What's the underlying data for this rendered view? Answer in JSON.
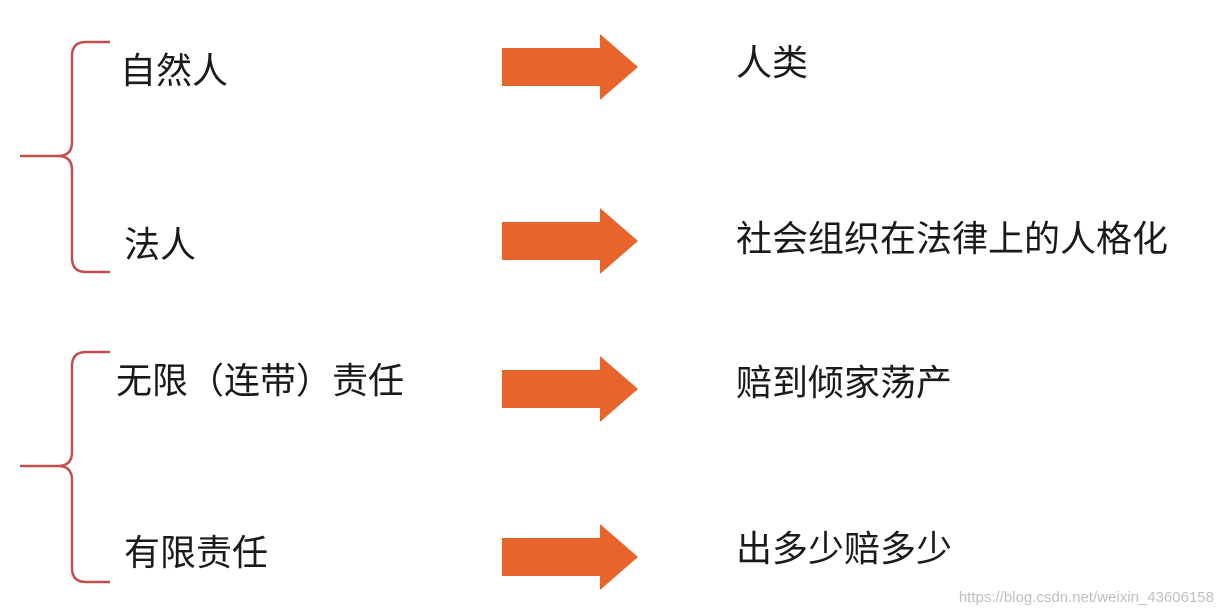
{
  "colors": {
    "brace": "#c0504d",
    "arrow": "#e8642a",
    "text": "#1a1a1a",
    "watermark": "#bfbfbf"
  },
  "groups": [
    {
      "rows": [
        {
          "left": "自然人",
          "right": "人类"
        },
        {
          "left": "法人",
          "right": "社会组织在法律上的人格化"
        }
      ]
    },
    {
      "rows": [
        {
          "left": "无限（连带）责任",
          "right": "赔到倾家荡产"
        },
        {
          "left": "有限责任",
          "right": "出多少赔多少"
        }
      ]
    }
  ],
  "watermark": "https://blog.csdn.net/weixin_43606158"
}
